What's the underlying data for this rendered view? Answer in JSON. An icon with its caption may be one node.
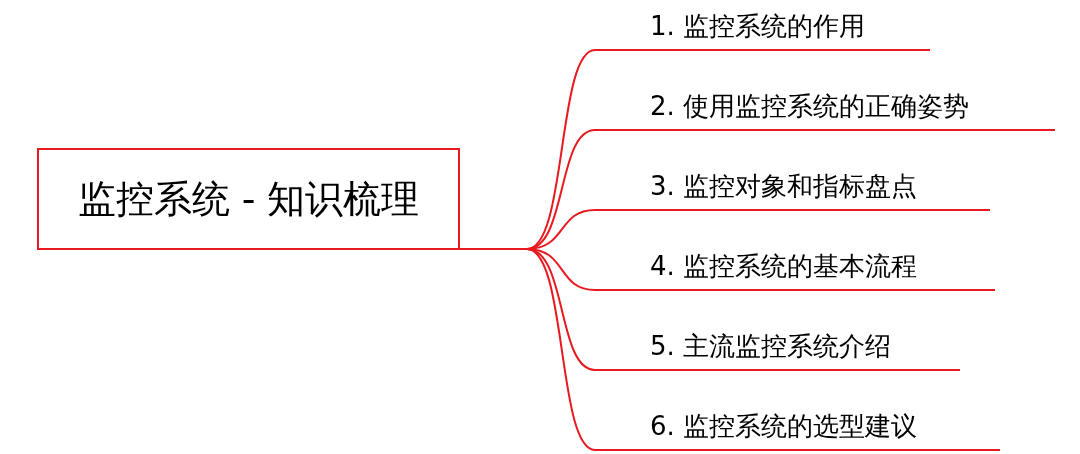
{
  "diagram": {
    "nodes": [
      {
        "text": [
          "监控系统 - 知识梳理"
        ]
      },
      {
        "text": [
          "1. 监控系统的作用"
        ]
      },
      {
        "text": [
          "2. 使用监控系统的正确姿势"
        ]
      },
      {
        "text": [
          "3. 监控对象和指标盘点"
        ]
      },
      {
        "text": [
          "4. 监控系统的基本流程"
        ]
      },
      {
        "text": [
          "5. 主流监控系统介绍"
        ]
      },
      {
        "text": [
          "6. 监控系统的选型建议"
        ]
      }
    ],
    "edges": [
      {
        "from": 0,
        "to": 1,
        "arrow": "none"
      },
      {
        "from": 0,
        "to": 2,
        "arrow": "none"
      },
      {
        "from": 0,
        "to": 3,
        "arrow": "none"
      },
      {
        "from": 0,
        "to": 4,
        "arrow": "none"
      },
      {
        "from": 0,
        "to": 5,
        "arrow": "none"
      },
      {
        "from": 0,
        "to": 6,
        "arrow": "none"
      }
    ]
  }
}
